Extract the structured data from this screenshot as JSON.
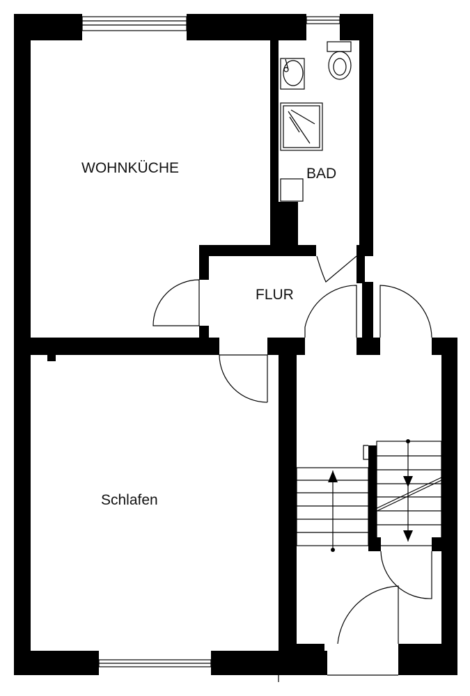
{
  "rooms": {
    "wohnkueche": "WOHNKÜCHE",
    "bad": "BAD",
    "flur": "FLUR",
    "schlafen": "Schlafen"
  }
}
